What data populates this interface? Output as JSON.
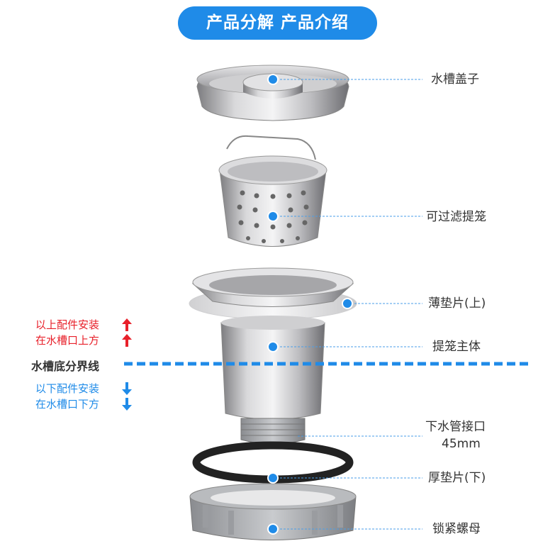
{
  "header": {
    "title": "产品分解 产品介绍"
  },
  "parts": [
    {
      "id": "cover",
      "label": "水槽盖子"
    },
    {
      "id": "basket",
      "label": "可过滤提笼"
    },
    {
      "id": "gasket-top",
      "label": "薄垫片(上)"
    },
    {
      "id": "body",
      "label": "提笼主体"
    },
    {
      "id": "outlet",
      "label": "下水管接口",
      "sublabel": "45mm"
    },
    {
      "id": "gasket-bottom",
      "label": "厚垫片(下)"
    },
    {
      "id": "nut",
      "label": "锁紧螺母"
    }
  ],
  "boundary": {
    "label": "水槽底分界线"
  },
  "above": {
    "line1": "以上配件安装",
    "line2": "在水槽口上方"
  },
  "below": {
    "line1": "以下配件安装",
    "line2": "在水槽口下方"
  },
  "colors": {
    "accent": "#1f8be8",
    "red": "#e8202a",
    "text": "#333333"
  }
}
